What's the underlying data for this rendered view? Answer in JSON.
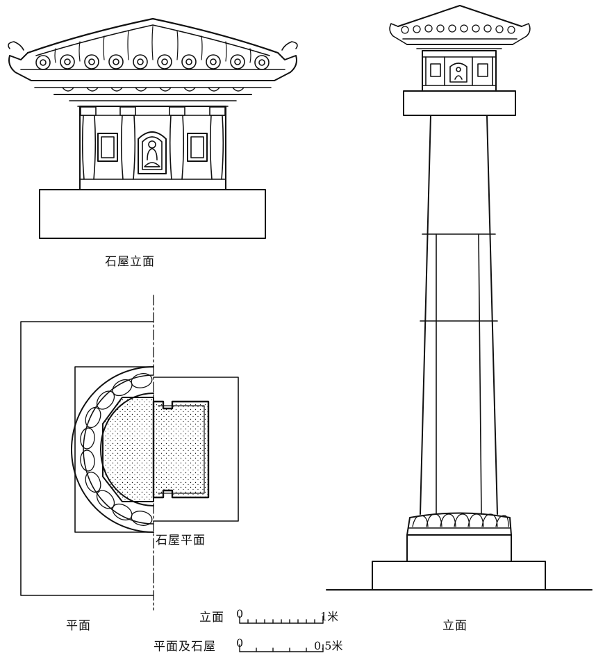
{
  "labels": {
    "shrine_elevation": "石屋立面",
    "shrine_plan": "石屋平面",
    "plan": "平面",
    "elevation": "立面"
  },
  "scales": {
    "elevation_label": "立面",
    "elevation_start": "0",
    "elevation_end": "1米",
    "plan_label": "平面及石屋",
    "plan_start": "0",
    "plan_end": "0.5米"
  }
}
